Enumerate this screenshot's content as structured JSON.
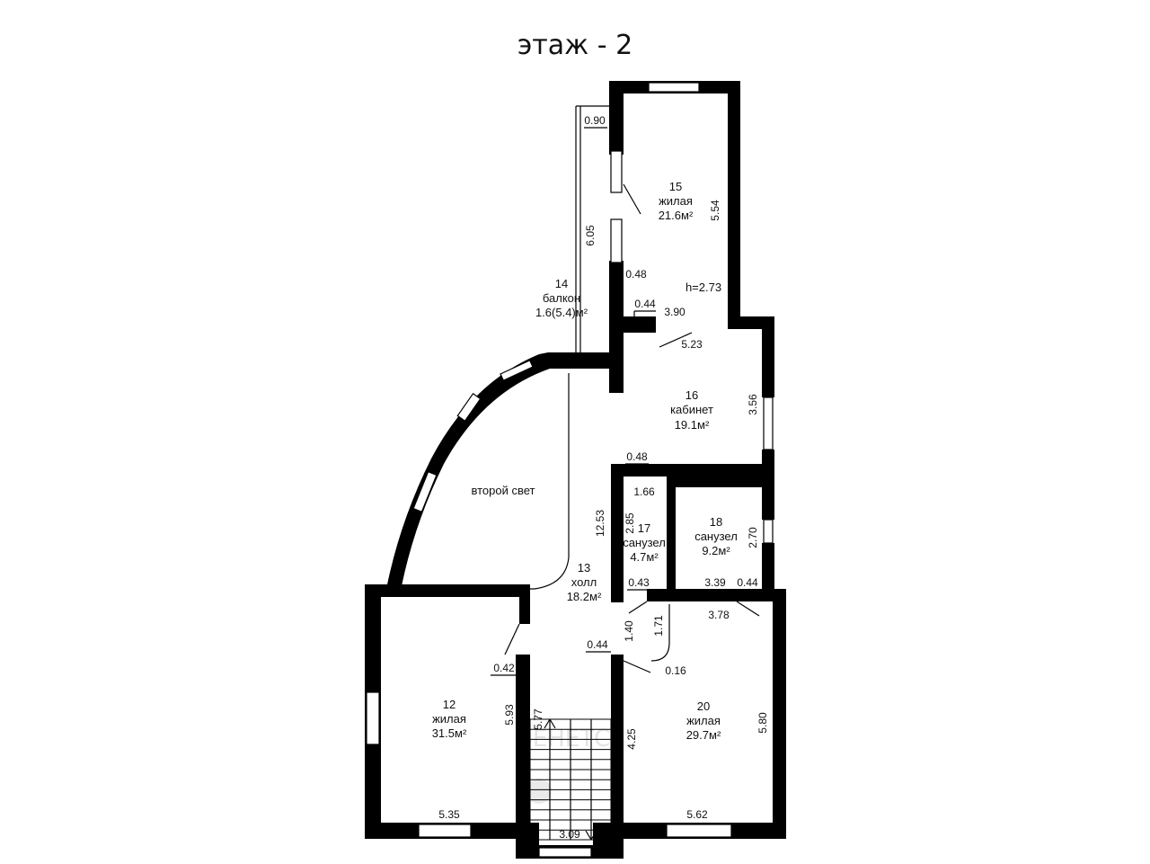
{
  "title": "этаж - 2",
  "rooms": [
    {
      "id": "r15",
      "number": "15",
      "type": "жилая",
      "area": "21.6м²"
    },
    {
      "id": "r14",
      "number": "14",
      "type": "балкон",
      "area": "1.6(5.4)м²"
    },
    {
      "id": "r16",
      "number": "16",
      "type": "кабинет",
      "area": "19.1м²"
    },
    {
      "id": "r13",
      "number": "13",
      "type": "холл",
      "area": "18.2м²"
    },
    {
      "id": "r17",
      "number": "17",
      "type": "санузел",
      "area": "4.7м²"
    },
    {
      "id": "r18",
      "number": "18",
      "type": "санузел",
      "area": "9.2м²"
    },
    {
      "id": "r12",
      "number": "12",
      "type": "жилая",
      "area": "31.5м²"
    },
    {
      "id": "r20",
      "number": "20",
      "type": "жилая",
      "area": "29.7м²"
    }
  ],
  "second_light": "второй свет",
  "height": "h=2.73",
  "dimensions": [
    "0.90",
    "6.05",
    "5.54",
    "0.48",
    "0.44",
    "3.90",
    "5.23",
    "3.56",
    "0.48",
    "1.66",
    "12.53",
    "2.85",
    "2.70",
    "0.43",
    "3.39",
    "0.44",
    "3.78",
    "1.40",
    "1.71",
    "0.44",
    "0.16",
    "0.42",
    "5.93",
    "5.77",
    "4.25",
    "5.80",
    "5.35",
    "5.62",
    "3.09"
  ]
}
